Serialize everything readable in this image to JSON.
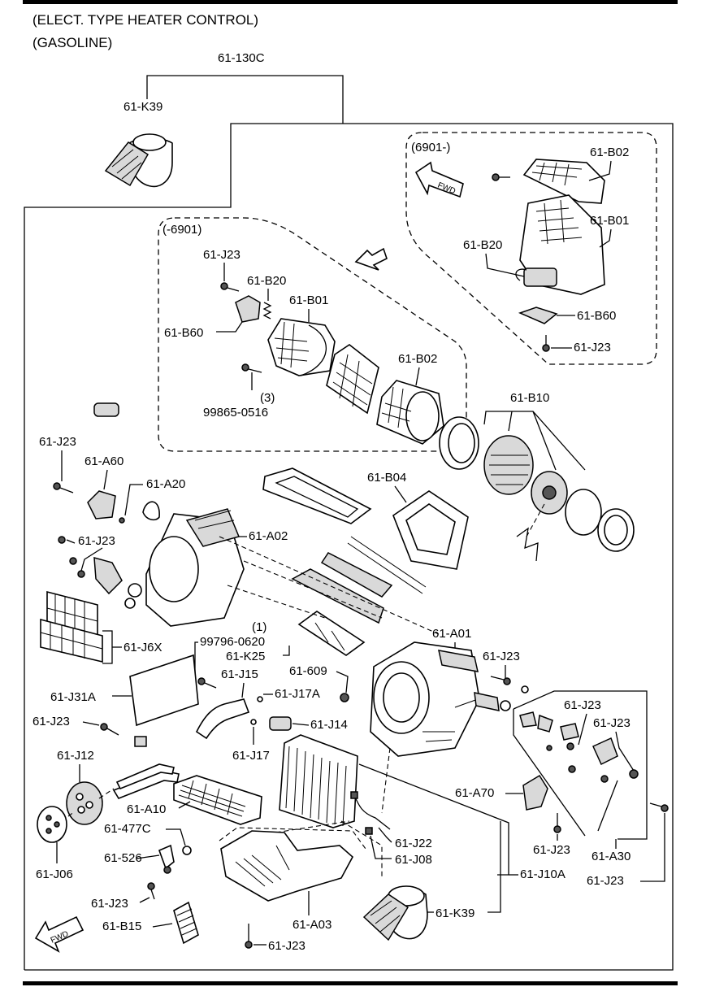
{
  "header": {
    "line1": "(ELECT. TYPE HEATER CONTROL)",
    "line2": "(GASOLINE)"
  },
  "groups": {
    "early": "(-6901)",
    "late": "(6901-)"
  },
  "fwd_label": "FWD",
  "labels": {
    "assy_130c": "61-130C",
    "k39_top": "61-K39",
    "late_b02": "61-B02",
    "late_b01": "61-B01",
    "late_b20": "61-B20",
    "late_b60": "61-B60",
    "late_j23": "61-J23",
    "early_j23": "61-J23",
    "early_b20": "61-B20",
    "early_b01": "61-B01",
    "early_b60": "61-B60",
    "early_b02": "61-B02",
    "screw_qty": "(3)",
    "screw_pn": "99865-0516",
    "b10": "61-B10",
    "j23_a": "61-J23",
    "a60": "61-A60",
    "a20": "61-A20",
    "b04": "61-B04",
    "a02": "61-A02",
    "j23_b": "61-J23",
    "a01": "61-A01",
    "qty_1": "(1)",
    "pn_99796": "99796-0620",
    "k25": "61-K25",
    "j6x": "61-J6X",
    "j23_c": "61-J23",
    "j15": "61-J15",
    "n609": "61-609",
    "j17a": "61-J17A",
    "j31a": "61-J31A",
    "j23_d": "61-J23",
    "j23_e": "61-J23",
    "j14": "61-J14",
    "j17": "61-J17",
    "j12": "61-J12",
    "a70": "61-A70",
    "a10": "61-A10",
    "n477c": "61-477C",
    "j22": "61-J22",
    "n526": "61-526",
    "j08": "61-J08",
    "j23_f": "61-J23",
    "a30": "61-A30",
    "j06": "61-J06",
    "j10a": "61-J10A",
    "j23_g": "61-J23",
    "j23_h": "61-J23",
    "a03": "61-A03",
    "k39_bottom": "61-K39",
    "b15": "61-B15",
    "j23_i": "61-J23"
  }
}
